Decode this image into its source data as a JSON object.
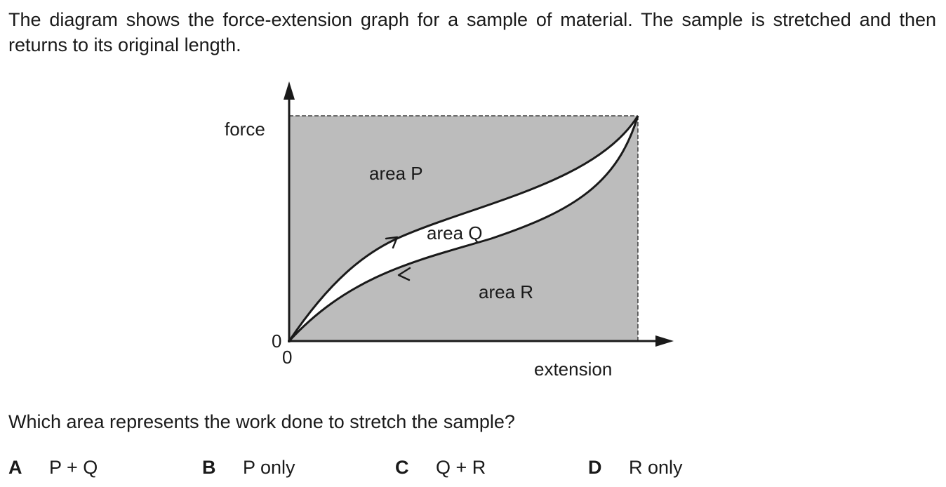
{
  "intro": "The diagram shows the force-extension graph for a sample of material. The sample is stretched and then returns to its original length.",
  "diagram": {
    "y_axis_label": "force",
    "x_axis_label": "extension",
    "y_origin_label": "0",
    "x_origin_label": "0",
    "area_p": "area P",
    "area_q": "area Q",
    "area_r": "area R",
    "colors": {
      "shaded": "#bcbcbc",
      "line": "#1a1a1a"
    }
  },
  "question": "Which area represents the work done to stretch the sample?",
  "options": [
    {
      "letter": "A",
      "text": "P + Q"
    },
    {
      "letter": "B",
      "text": "P only"
    },
    {
      "letter": "C",
      "text": "Q + R"
    },
    {
      "letter": "D",
      "text": "R only"
    }
  ]
}
